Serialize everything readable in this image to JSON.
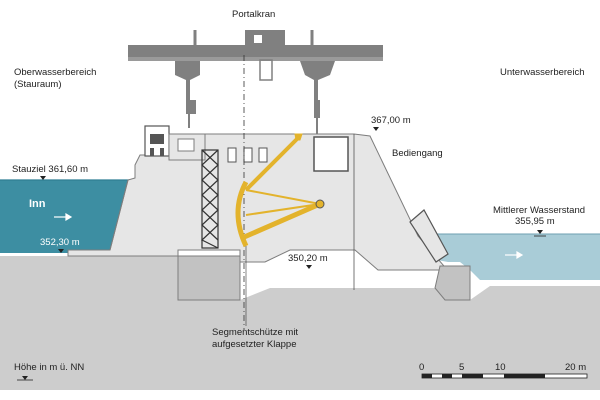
{
  "labels": {
    "portalkran": "Portalkran",
    "oberwasser_line1": "Oberwasserbereich",
    "oberwasser_line2": "(Stauraum)",
    "unterwasser": "Unterwasserbereich",
    "crest_level": "367,00 m",
    "bediengang": "Bediengang",
    "stauziel": "Stauziel 361,60 m",
    "river": "Inn",
    "upstream_bed": "352,30 m",
    "sill_level": "350,20 m",
    "mittlerer_line1": "Mittlerer Wasserstand",
    "mittlerer_line2": "355,95 m",
    "gate_line1": "Segmentschütze mit",
    "gate_line2": "aufgesetzter Klappe",
    "datum": "Höhe in m ü. NN"
  },
  "scale_bar": {
    "ticks": [
      "0",
      "5",
      "10",
      "20 m"
    ]
  },
  "colors": {
    "water": "#3d8ea2",
    "water_surface": "#2f7e93",
    "downstream_water": "#a9ccd7",
    "ground": "#cdcdcd",
    "concrete": "#e6e6e6",
    "structure": "#7d7d7d",
    "gate": "#e3b32c"
  }
}
